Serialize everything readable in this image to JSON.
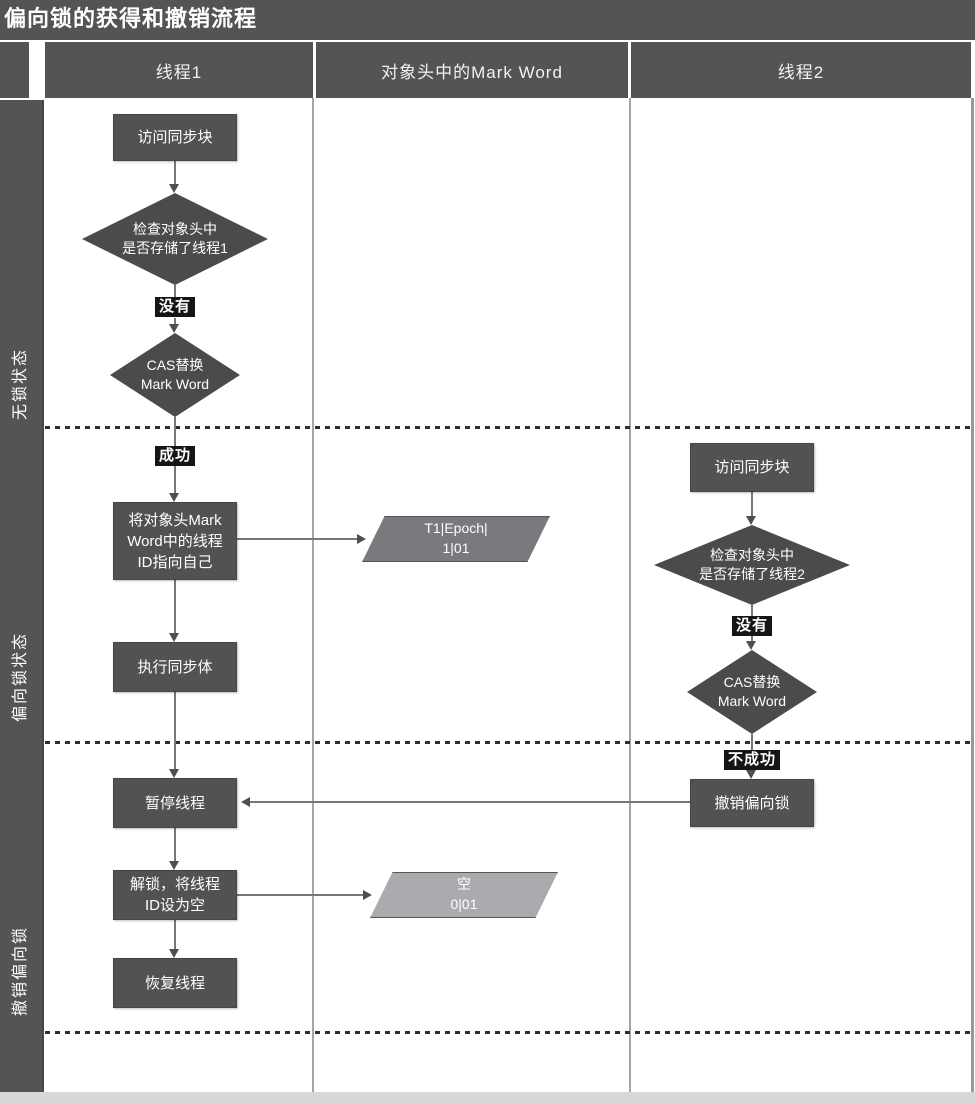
{
  "title": "偏向锁的获得和撤销流程",
  "header": {
    "lane1": "线程1",
    "lane2": "对象头中的Mark Word",
    "lane3": "线程2"
  },
  "sidebar": {
    "row1": "无锁状态",
    "row2": "偏向锁状态",
    "row3": "撤销偏向锁"
  },
  "thread1": {
    "access": "访问同步块",
    "check": "检查对象头中\n是否存储了线程1",
    "no": "没有",
    "cas": "CAS替换\nMark Word",
    "success": "成功",
    "set_id": "将对象头Mark\nWord中的线程\nID指向自己",
    "exec": "执行同步体",
    "pause": "暂停线程",
    "unlock": "解锁，将线程\nID设为空",
    "resume": "恢复线程"
  },
  "markword": {
    "biased": "T1|Epoch|\n1|01",
    "empty": "空\n0|01"
  },
  "thread2": {
    "access": "访问同步块",
    "check": "检查对象头中\n是否存储了线程2",
    "no": "没有",
    "cas": "CAS替换\nMark Word",
    "fail": "不成功",
    "revoke": "撤销偏向锁"
  },
  "colors": {
    "frame": "#545456",
    "node": "#525254",
    "diamond": "#4b4b4d",
    "parallelogram_biased": "#797a7d",
    "parallelogram_empty": "#a9abae",
    "badge_bg": "#151515",
    "connector": "#77777a",
    "lane_line": "#a5a5a7",
    "section_dash": "#2e2e2e"
  }
}
